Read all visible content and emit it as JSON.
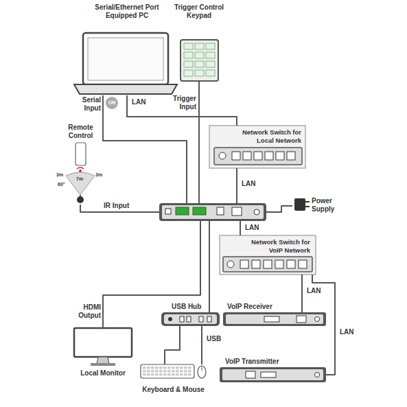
{
  "diagram": {
    "nodes": [
      {
        "text": [
          "Serial/Ethernet Port Equipped PC"
        ]
      },
      {
        "text": [
          "Trigger Control Keypad"
        ]
      },
      {
        "text": [
          "Remote Control"
        ]
      },
      {
        "text": [
          "Network Switch for Local Network"
        ]
      },
      {
        "text": []
      },
      {
        "text": [
          "Power Supply"
        ]
      },
      {
        "text": [
          "Network Switch for VoIP Network"
        ]
      },
      {
        "text": [
          "USB Hub"
        ]
      },
      {
        "text": [
          "VoIP Receiver"
        ]
      },
      {
        "text": [
          "Local Monitor"
        ]
      },
      {
        "text": [
          "VoIP Transmitter"
        ]
      },
      {
        "text": [
          "Keyboard & Mouse"
        ]
      }
    ],
    "edges": [
      {
        "from": 0,
        "to": 4,
        "label": "Serial Input",
        "arrow": "none"
      },
      {
        "from": 0,
        "to": 3,
        "label": "LAN",
        "arrow": "none"
      },
      {
        "from": 1,
        "to": 4,
        "label": "Trigger Input",
        "arrow": "none"
      },
      {
        "from": 2,
        "to": 4,
        "label": "IR Input",
        "arrow": "none"
      },
      {
        "from": 3,
        "to": 4,
        "label": "LAN",
        "arrow": "none"
      },
      {
        "from": 5,
        "to": 4,
        "arrow": "none"
      },
      {
        "from": 4,
        "to": 6,
        "label": "LAN",
        "arrow": "none"
      },
      {
        "from": 4,
        "to": 7,
        "arrow": "none"
      },
      {
        "from": 6,
        "to": 8,
        "label": "LAN",
        "arrow": "none"
      },
      {
        "from": 4,
        "to": 9,
        "label": "HDMI Output",
        "arrow": "none"
      },
      {
        "from": 6,
        "to": 10,
        "label": "LAN",
        "arrow": "none"
      },
      {
        "from": 7,
        "to": 11,
        "arrow": "none"
      },
      {
        "from": 7,
        "to": 11,
        "label": "USB",
        "arrow": "none"
      }
    ],
    "labels": [
      "OR",
      "3m",
      "7m",
      "3m",
      "60°"
    ]
  }
}
